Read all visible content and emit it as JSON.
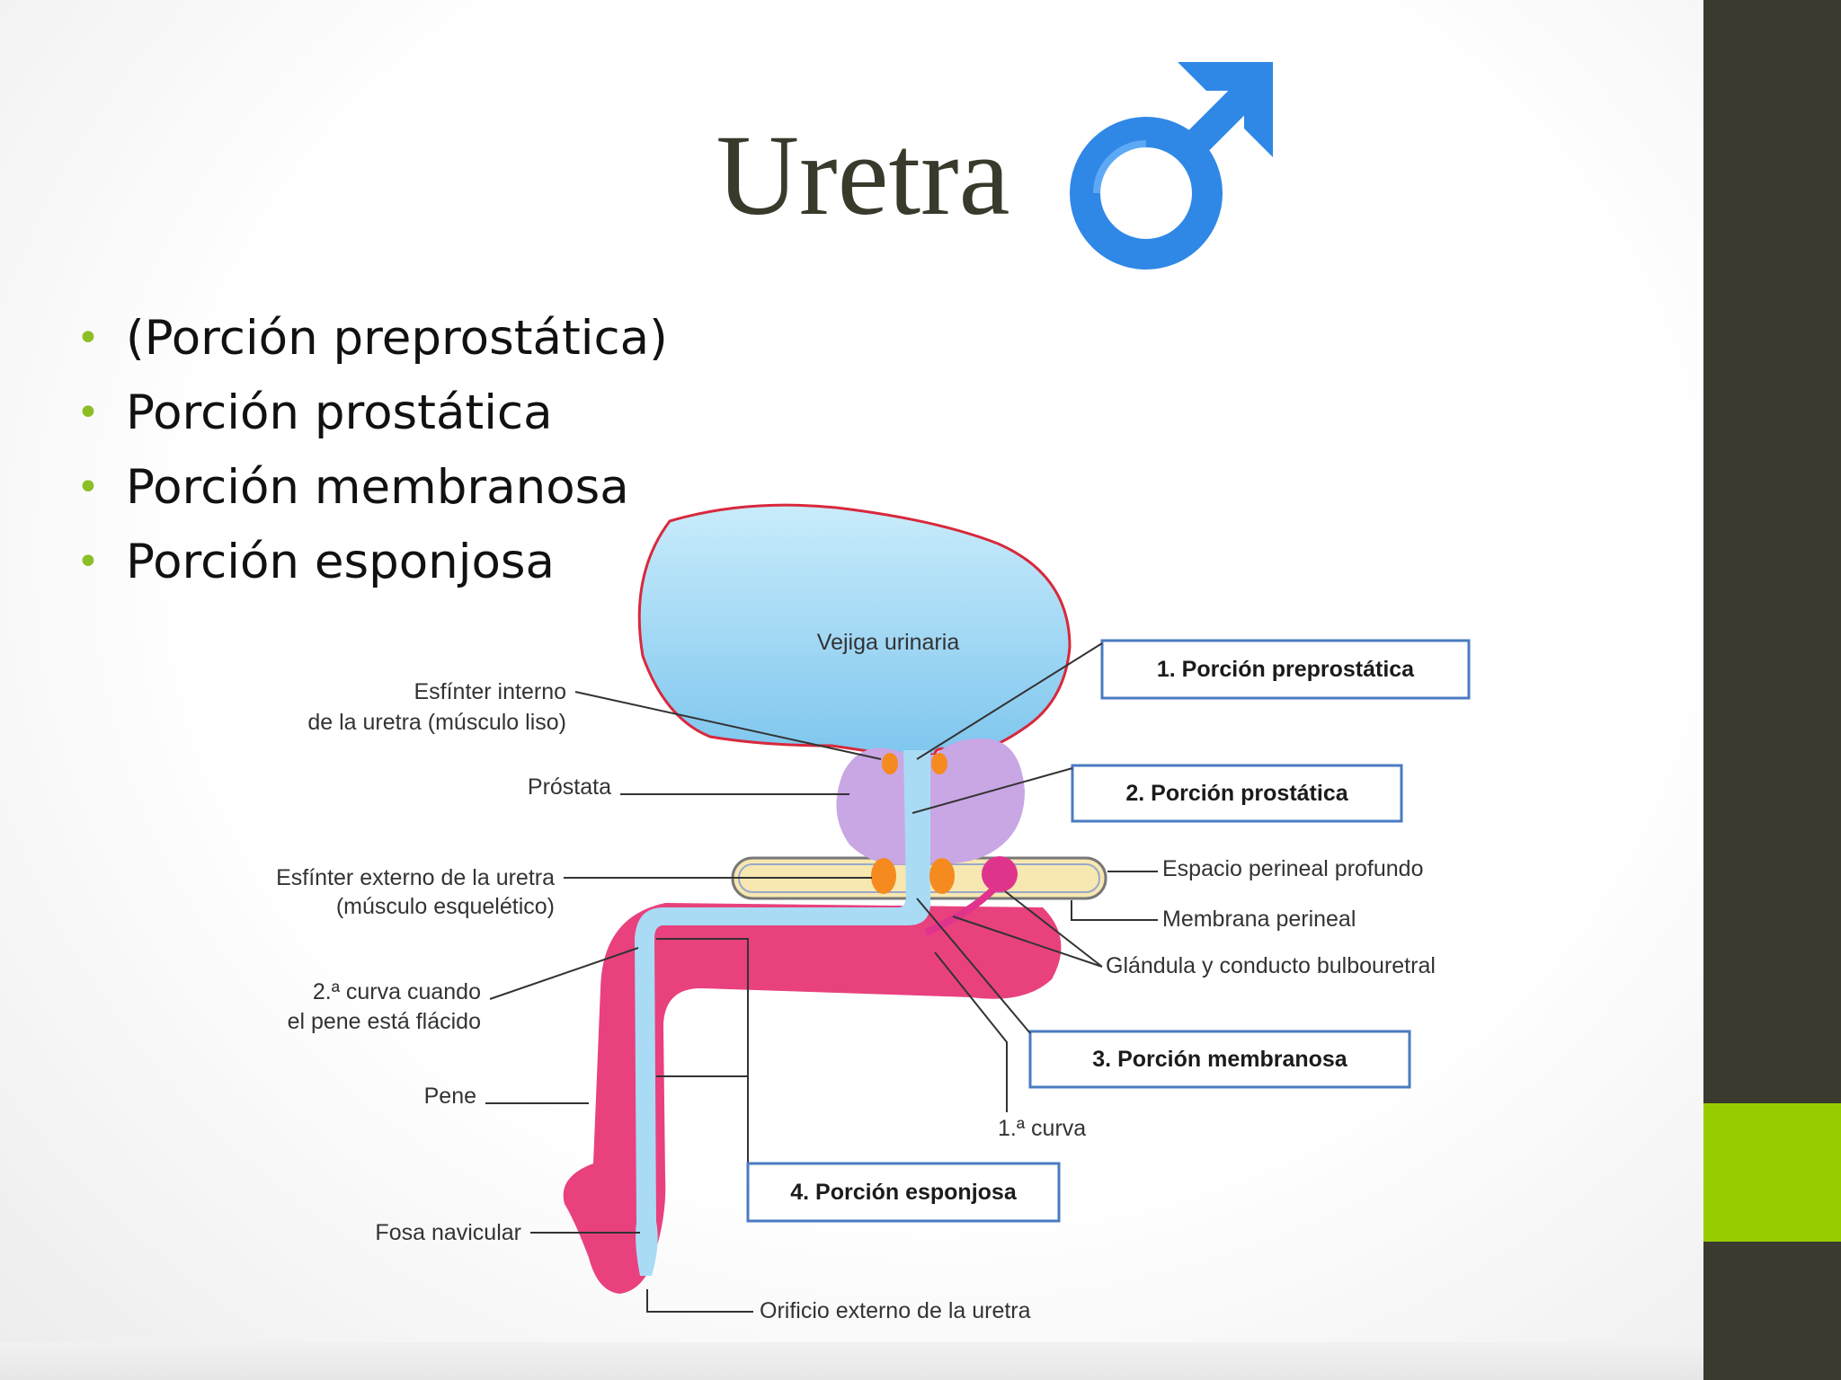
{
  "slide": {
    "title": "Uretra",
    "colors": {
      "title": "#3a3a2c",
      "bullet_dot": "#8cbf26",
      "side_panel": "#3b3a2e",
      "side_accent": "#99cc00",
      "symbol_blue": "#2f88e6"
    },
    "symbol_icon": "male-symbol-icon",
    "bullets": [
      "(Porción preprostática)",
      "Porción prostática",
      "Porción membranosa",
      "Porción esponjosa"
    ]
  },
  "diagram": {
    "organ_label": "Vejiga urinaria",
    "labels": {
      "esfinter_interno_1": "Esfínter interno",
      "esfinter_interno_2": "de la uretra (músculo liso)",
      "prostata": "Próstata",
      "esfinter_externo_1": "Esfínter externo de la uretra",
      "esfinter_externo_2": "(músculo esquelético)",
      "segunda_curva_1": "2.ª curva cuando",
      "segunda_curva_2": "el pene está flácido",
      "pene": "Pene",
      "fosa_navicular": "Fosa navicular",
      "orificio_externo": "Orificio externo de la uretra",
      "primera_curva": "1.ª curva",
      "espacio_perineal": "Espacio perineal profundo",
      "membrana_perineal": "Membrana perineal",
      "glandula": "Glándula y conducto bulbouretral"
    },
    "boxes": [
      "1. Porción preprostática",
      "2. Porción prostática",
      "3. Porción membranosa",
      "4. Porción esponjosa"
    ],
    "colors": {
      "bladder": "#8fd0f0",
      "bladder_outline": "#d9283c",
      "prostate": "#c9a6e4",
      "urethra": "#a9dcf4",
      "penis": "#e8417e",
      "sphincter": "#f58a1f",
      "perineal_space": "#f7e7b0",
      "gland": "#e0338c",
      "box_border": "#4a7bc0"
    }
  }
}
